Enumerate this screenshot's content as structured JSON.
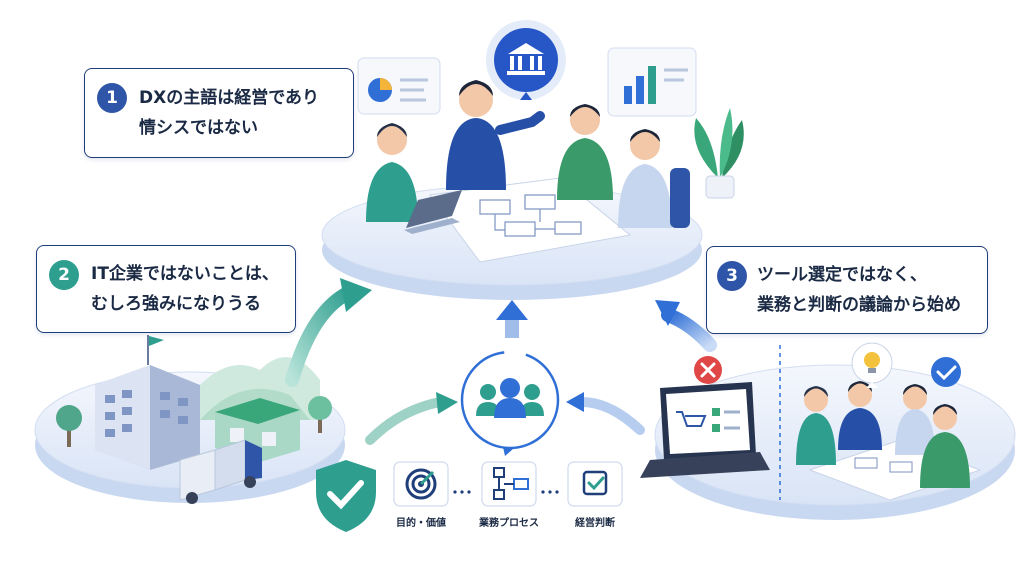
{
  "callouts": [
    {
      "number": "1",
      "lines": [
        "DXの主語は経営であり",
        "情シスではない"
      ]
    },
    {
      "number": "2",
      "lines": [
        "IT企業ではないことは、",
        "むしろ強みになりうる"
      ]
    },
    {
      "number": "3",
      "lines": [
        "ツール選定ではなく、",
        "業務と判断の議論から始め"
      ]
    }
  ],
  "bottom_steps": [
    {
      "label": "目的・価値",
      "icon": "target-icon"
    },
    {
      "label": "業務プロセス",
      "icon": "flowchart-icon"
    },
    {
      "label": "経営判断",
      "icon": "checkmark-icon"
    }
  ],
  "colors": {
    "navy": "#1f3f7a",
    "blue": "#2f6fd6",
    "teal": "#2e9e8f",
    "green": "#3aa77a",
    "red": "#e04848",
    "platform": "#e9f0fb"
  },
  "icons": [
    "bank-icon",
    "pie-chart-icon",
    "bar-chart-icon",
    "plant-icon",
    "team-icon",
    "shield-check-icon",
    "laptop-cart-icon",
    "error-x-icon",
    "check-badge-icon",
    "lightbulb-icon",
    "factory-icon",
    "truck-icon",
    "flag-icon"
  ]
}
